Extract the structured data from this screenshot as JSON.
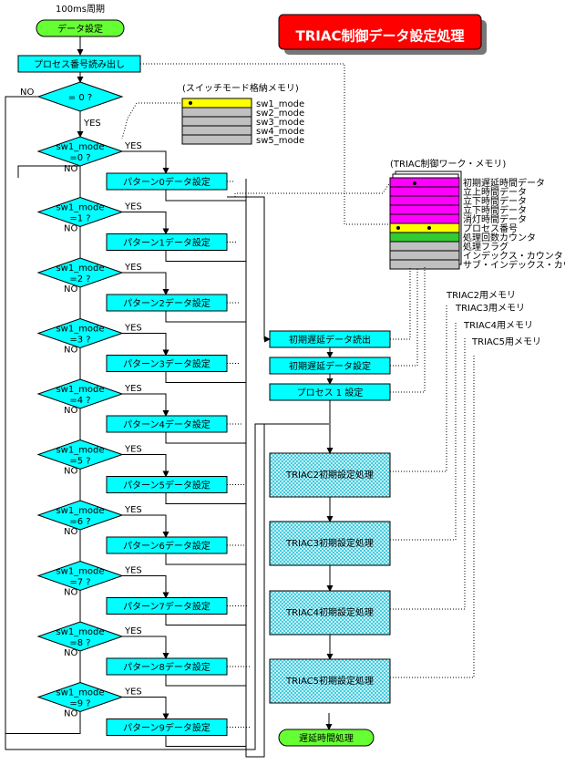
{
  "title": "TRIAC制御データ設定処理",
  "cycle_label": "100ms周期",
  "start_label": "データ設定",
  "end_label": "遅延時間処理",
  "read_process_label": "プロセス番号読み出し",
  "cond_p0": "= 0 ?",
  "yes": "YES",
  "no": "NO",
  "conditions": [
    [
      "sw1_mode",
      "=0 ?"
    ],
    [
      "sw1_mode",
      "=1 ?"
    ],
    [
      "sw1_mode",
      "=2 ?"
    ],
    [
      "sw1_mode",
      "=3 ?"
    ],
    [
      "sw1_mode",
      "=4 ?"
    ],
    [
      "sw1_mode",
      "=5 ?"
    ],
    [
      "sw1_mode",
      "=6 ?"
    ],
    [
      "sw1_mode",
      "=7 ?"
    ],
    [
      "sw1_mode",
      "=8 ?"
    ],
    [
      "sw1_mode",
      "=9 ?"
    ]
  ],
  "patterns": [
    "パターン0データ設定",
    "パターン1データ設定",
    "パターン2データ設定",
    "パターン3データ設定",
    "パターン4データ設定",
    "パターン5データ設定",
    "パターン6データ設定",
    "パターン7データ設定",
    "パターン8データ設定",
    "パターン9データ設定"
  ],
  "init_steps": [
    "初期遅延データ読出",
    "初期遅延データ設定",
    "プロセス 1 設定"
  ],
  "triac_inits": [
    "TRIAC2初期設定処理",
    "TRIAC3初期設定処理",
    "TRIAC4初期設定処理",
    "TRIAC5初期設定処理"
  ],
  "switch_mem": {
    "title": "(スイッチモード格納メモリ)",
    "rows": [
      "sw1_mode",
      "sw2_mode",
      "sw3_mode",
      "sw4_mode",
      "sw5_mode"
    ]
  },
  "work_mem": {
    "title": "(TRIAC制御ワーク・メモリ)",
    "rows": [
      "初期遅延時間データ",
      "立上時間データ",
      "立下時間データ",
      "立下時間データ",
      "消灯時間データ",
      "プロセス番号",
      "処理回数カウンタ",
      "処理フラグ",
      "インデックス・カウンタ",
      "サブ・インデックス・カウンタ"
    ]
  },
  "other_mems": [
    "TRIAC2用メモリ",
    "TRIAC3用メモリ",
    "TRIAC4用メモリ",
    "TRIAC5用メモリ"
  ],
  "colors": {
    "process": "#00ffff",
    "terminal": "#66ff33",
    "title_bg": "#ff0000",
    "magenta": "#ff00ff",
    "yellow": "#ffff00",
    "green": "#33cc33",
    "gray": "#c0c0c0",
    "hatch": "#99e6ee"
  }
}
